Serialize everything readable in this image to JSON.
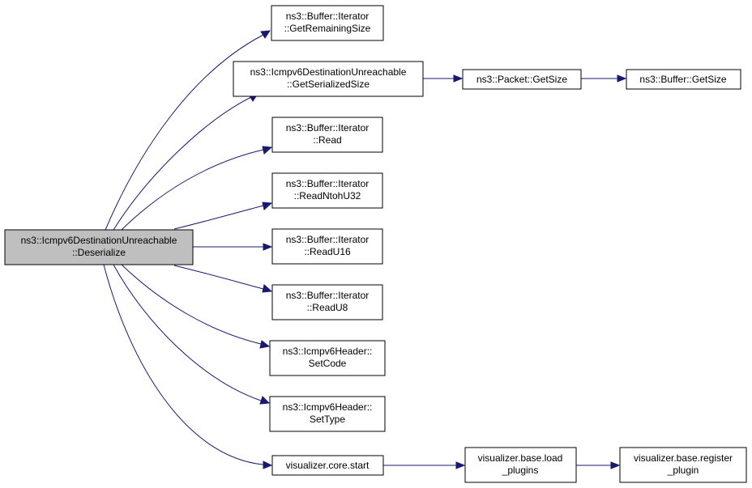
{
  "colors": {
    "edge": "#191970",
    "root_fill": "#bfbfbf",
    "node_fill": "#ffffff",
    "node_border": "#000000"
  },
  "nodes": {
    "root": {
      "line1": "ns3::Icmpv6DestinationUnreachable",
      "line2": "::Deserialize"
    },
    "getremainingsize": {
      "line1": "ns3::Buffer::Iterator",
      "line2": "::GetRemainingSize"
    },
    "getserializedsize": {
      "line1": "ns3::Icmpv6DestinationUnreachable",
      "line2": "::GetSerializedSize"
    },
    "packet_getsize": {
      "line1": "ns3::Packet::GetSize"
    },
    "buffer_getsize": {
      "line1": "ns3::Buffer::GetSize"
    },
    "read": {
      "line1": "ns3::Buffer::Iterator",
      "line2": "::Read"
    },
    "readntohu32": {
      "line1": "ns3::Buffer::Iterator",
      "line2": "::ReadNtohU32"
    },
    "readu16": {
      "line1": "ns3::Buffer::Iterator",
      "line2": "::ReadU16"
    },
    "readu8": {
      "line1": "ns3::Buffer::Iterator",
      "line2": "::ReadU8"
    },
    "setcode": {
      "line1": "ns3::Icmpv6Header::",
      "line2": "SetCode"
    },
    "settype": {
      "line1": "ns3::Icmpv6Header::",
      "line2": "SetType"
    },
    "core_start": {
      "line1": "visualizer.core.start"
    },
    "load_plugins": {
      "line1": "visualizer.base.load",
      "line2": "_plugins"
    },
    "register_plugin": {
      "line1": "visualizer.base.register",
      "line2": "_plugin"
    }
  }
}
